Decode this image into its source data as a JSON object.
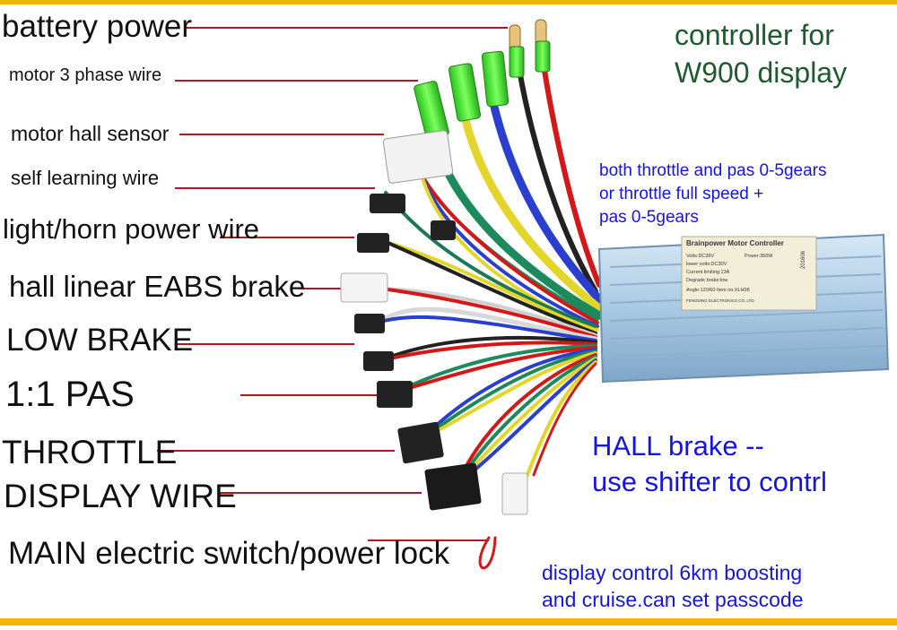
{
  "labels": {
    "battery_power": "battery power",
    "motor_3_phase": "motor 3 phase wire",
    "motor_hall": "motor hall sensor",
    "self_learning": "self learning wire",
    "light_horn": "light/horn power wire",
    "hall_eabs": "hall linear EABS brake",
    "low_brake": "LOW BRAKE",
    "pas": "1:1 PAS",
    "throttle": "THROTTLE",
    "display_wire": "DISPLAY WIRE",
    "main_switch": "MAIN electric switch/power lock"
  },
  "title": {
    "line1": "controller for",
    "line2": "W900 display"
  },
  "notes": {
    "gears_line1": "both throttle and pas 0-5gears",
    "gears_line2": "or throttle full speed +",
    "gears_line3": "pas 0-5gears",
    "hall_line1": "HALL brake --",
    "hall_line2": "use shifter to contrl",
    "display_line1": "display control 6km boosting",
    "display_line2": "and cruise.can set passcode"
  },
  "plate": {
    "title": "Brainpower Motor Controller",
    "row1a": "Volts:DC36V",
    "row1b": "Power:350W",
    "row2": "lower volts:DC30V",
    "row3": "Current limiting:13A",
    "row4": "Degrade brake:low",
    "row5": "Angle:120/60  Item no:XLH08",
    "maker": "FENGDING ELECTRONICS CO.,LTD",
    "side": "201606"
  },
  "colors": {
    "pointer_line": "#b01820",
    "housing": "#a9c9e3",
    "connector_green": "#39e02a",
    "title_green": "#1f5a2e",
    "note_blue": "#1515e0",
    "border_orange": "#f5b400"
  }
}
